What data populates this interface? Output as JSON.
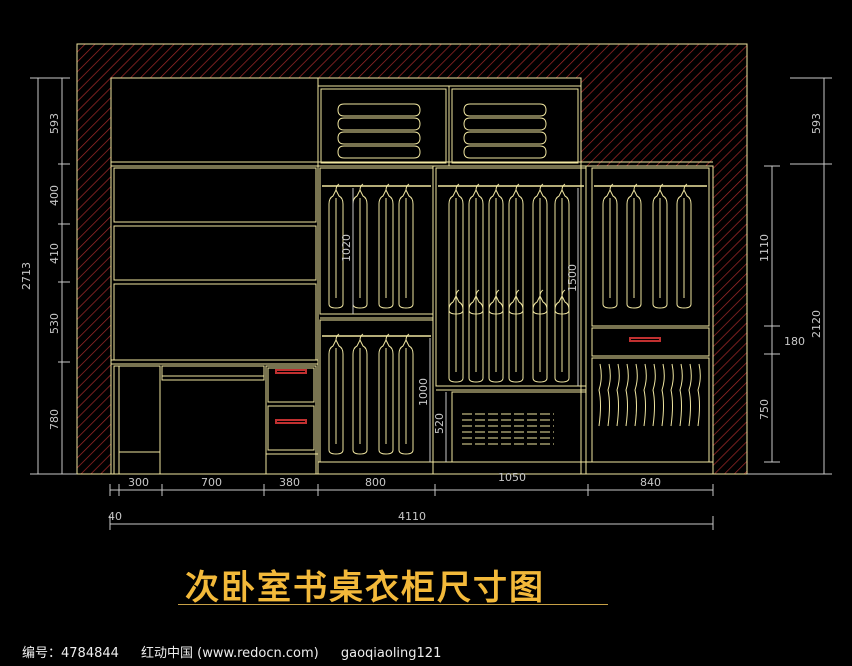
{
  "title": "次卧室书桌衣柜尺寸图",
  "dims": {
    "h593": "593",
    "h400": "400",
    "h410": "410",
    "h530": "530",
    "h780": "780",
    "h2713": "2713",
    "w300": "300",
    "w700": "700",
    "w380": "380",
    "w800": "800",
    "w1050": "1050",
    "w840": "840",
    "w40": "40",
    "w4110": "4110",
    "r593": "593",
    "r1110": "1110",
    "r180": "180",
    "r750": "750",
    "r2120": "2120",
    "i1020": "1020",
    "i1500": "1500",
    "i1000": "1000",
    "i520": "520"
  },
  "footer": {
    "id_text": "编号：4784844",
    "site_text": "红动中国 (www.redocn.com)",
    "author_text": "gaoqiaoling121"
  },
  "colors": {
    "line": "#f0e6a0",
    "hatch": "#b03030",
    "dim": "#c8c8c8",
    "title": "#f3b93a",
    "handle": "#c03030"
  }
}
